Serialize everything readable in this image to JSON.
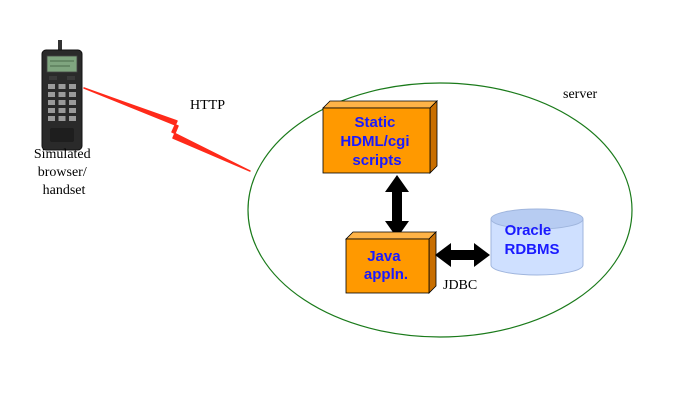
{
  "colors": {
    "box_fill": "#ff9900",
    "box_side": "#c86e00",
    "box_label": "#1a1aff",
    "cylinder_fill": "#cfe0ff",
    "cylinder_top": "#b7ccf2",
    "server_ellipse": "#1a7a1a",
    "lightning": "#ff2a1a",
    "arrow": "#000000",
    "handset_body": "#2a2a2a",
    "handset_screen": "#7fa57f"
  },
  "labels": {
    "http": "HTTP",
    "server": "server",
    "jdbc": "JDBC",
    "handset": [
      "Simulated",
      "browser/",
      "handset"
    ],
    "static_box": [
      "Static",
      "HDML/cgi",
      "scripts"
    ],
    "java_box": [
      "Java",
      "appln."
    ],
    "oracle": [
      "Oracle",
      "RDBMS"
    ]
  },
  "icons": {
    "handset": "mobile-phone-icon",
    "link": "lightning-bolt-icon"
  }
}
